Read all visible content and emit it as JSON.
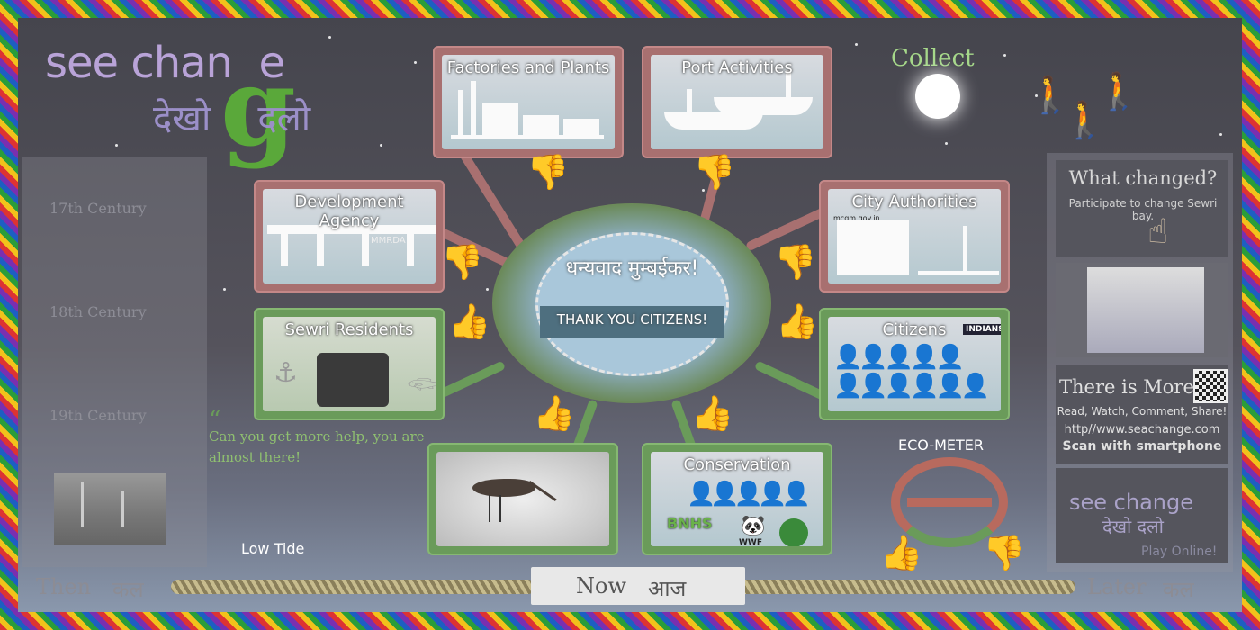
{
  "logo": {
    "line1": "see chan",
    "g": "g",
    "line1_end": "e",
    "line2": "देखो",
    "line2_end": "दलो",
    "big_g": "g"
  },
  "timeline_left": {
    "items": [
      "17th Century",
      "18th Century",
      "19th Century"
    ]
  },
  "hub": {
    "hindi": "धन्यवाद मुम्बईकर!",
    "english": "THANK YOU CITIZENS!"
  },
  "cards": {
    "factories": "Factories and Plants",
    "port": "Port Activities",
    "development": "Development Agency",
    "city": "City Authorities",
    "residents": "Sewri Residents",
    "citizens": "Citizens",
    "conservation": "Conservation"
  },
  "badges": {
    "mmrda": "MMRDA",
    "mcgm": "mcgm.gov.in",
    "indians": "INDIANS",
    "bnhs": "BNHS",
    "wwf": "WWF"
  },
  "collect_label": "Collect",
  "speech": {
    "quote": "“",
    "text": "Can you get more help, you are almost there!"
  },
  "low_tide": "Low Tide",
  "eco_meter": "ECO-METER",
  "right_panel": {
    "what_changed": "What changed?",
    "participate": "Participate to change Sewri bay.",
    "there_is_more": "There is More!",
    "actions": "Read, Watch, Comment, Share!",
    "url": "http//www.seachange.com",
    "scan": "Scan with smartphone",
    "mini_logo_en": "see change",
    "mini_logo_hi": "देखो दलो",
    "play_online": "Play Online!"
  },
  "bottom": {
    "then": "Then",
    "then_hi": "कल",
    "now": "Now",
    "now_hi": "आज",
    "later": "Later",
    "later_hi": "कल"
  },
  "colors": {
    "thumb_down": "#b33a3a",
    "thumb_up": "#6ab24a",
    "frame_accent": "#f2c21b"
  },
  "icons": {
    "thumb_down": "thumbs-down-icon",
    "thumb_up": "thumbs-up-icon",
    "person": "person-icon",
    "moon": "moon-icon"
  }
}
